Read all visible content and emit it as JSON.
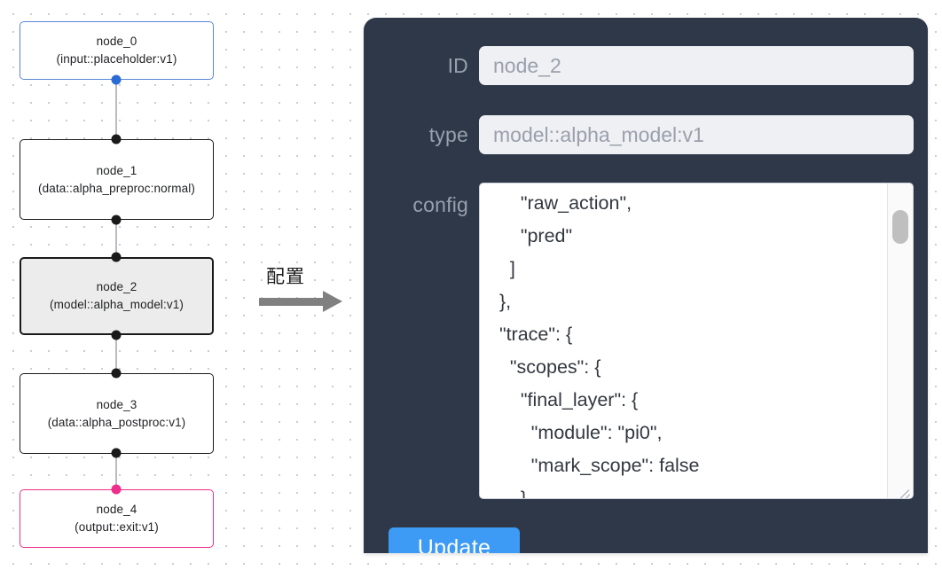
{
  "canvas": {
    "background_color": "#ffffff",
    "dot_color": "#c9ccd4"
  },
  "graph": {
    "nodes": [
      {
        "id": "node_0",
        "title": "node_0",
        "subtitle": "(input::placeholder:v1)",
        "variant": "input",
        "border_color": "#5b86d6",
        "fill_color": "#ffffff",
        "selected": false
      },
      {
        "id": "node_1",
        "title": "node_1",
        "subtitle": "(data::alpha_preproc:normal)",
        "variant": "default",
        "border_color": "#1a1a1a",
        "fill_color": "#ffffff",
        "selected": false
      },
      {
        "id": "node_2",
        "title": "node_2",
        "subtitle": "(model::alpha_model:v1)",
        "variant": "default",
        "border_color": "#1a1a1a",
        "fill_color": "#ececec",
        "selected": true
      },
      {
        "id": "node_3",
        "title": "node_3",
        "subtitle": "(data::alpha_postproc:v1)",
        "variant": "default",
        "border_color": "#1a1a1a",
        "fill_color": "#ffffff",
        "selected": false
      },
      {
        "id": "node_4",
        "title": "node_4",
        "subtitle": "(output::exit:v1)",
        "variant": "output",
        "border_color": "#ef2d8b",
        "fill_color": "#ffffff",
        "selected": false
      }
    ],
    "edges": [
      {
        "from": "node_0",
        "to": "node_1"
      },
      {
        "from": "node_1",
        "to": "node_2"
      },
      {
        "from": "node_2",
        "to": "node_3"
      },
      {
        "from": "node_3",
        "to": "node_4"
      }
    ],
    "handle_colors": {
      "default": "#1a1a1a",
      "input_source": "#2b6cd4",
      "output_target": "#ef2d8b"
    }
  },
  "annotation": {
    "arrow_label": "配置",
    "arrow_color": "#808080"
  },
  "panel": {
    "background_color": "#2e3848",
    "fields": [
      {
        "label": "ID",
        "value": "node_2"
      },
      {
        "label": "type",
        "value": "model::alpha_model:v1"
      }
    ],
    "id_field": {
      "label": "ID",
      "value": "node_2",
      "placeholder": "node_2"
    },
    "type_field": {
      "label": "type",
      "value": "model::alpha_model:v1",
      "placeholder": "model::alpha_model:v1"
    },
    "config_field": {
      "label": "config",
      "value": "      \"raw_action\",\n      \"pred\"\n    ]\n  },\n  \"trace\": {\n    \"scopes\": {\n      \"final_layer\": {\n        \"module\": \"pi0\",\n        \"mark_scope\": false\n      },\n      \"action_model\": {",
      "scroll_position": "near-top"
    },
    "update_button": {
      "label": "Update",
      "color": "#3d9bf5",
      "text_color": "#ffffff"
    }
  }
}
